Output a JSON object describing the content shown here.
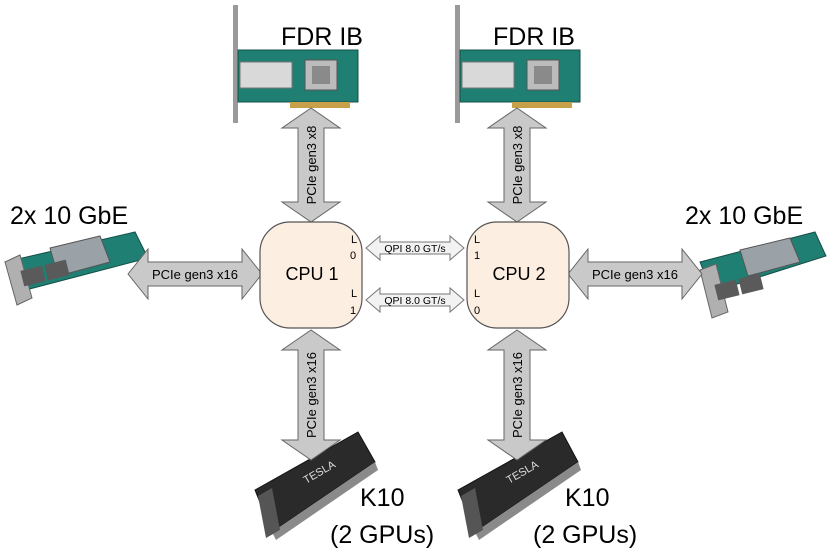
{
  "cpus": [
    {
      "label": "CPU 1",
      "links": [
        "L",
        "0",
        "L",
        "1"
      ]
    },
    {
      "label": "CPU 2",
      "links": [
        "L",
        "1",
        "L",
        "0"
      ]
    }
  ],
  "qpi": {
    "top": "QPI 8.0 GT/s",
    "bottom": "QPI 8.0 GT/s"
  },
  "ib": {
    "left": "FDR IB",
    "right": "FDR IB",
    "bus": "PCIe gen3 x8"
  },
  "gbe": {
    "left": "2x 10 GbE",
    "right": "2x 10 GbE",
    "bus": "PCIe gen3 x16"
  },
  "gpu": {
    "name": "K10",
    "detail": "(2 GPUs)",
    "bus": "PCIe gen3 x16",
    "brand": "TESLA"
  },
  "colors": {
    "cpu_fill": "#fdeee2",
    "arrow_fill": "#c9c9c9",
    "nic_board": "#1f7f73",
    "gpu_shroud": "#2a2a2a"
  }
}
